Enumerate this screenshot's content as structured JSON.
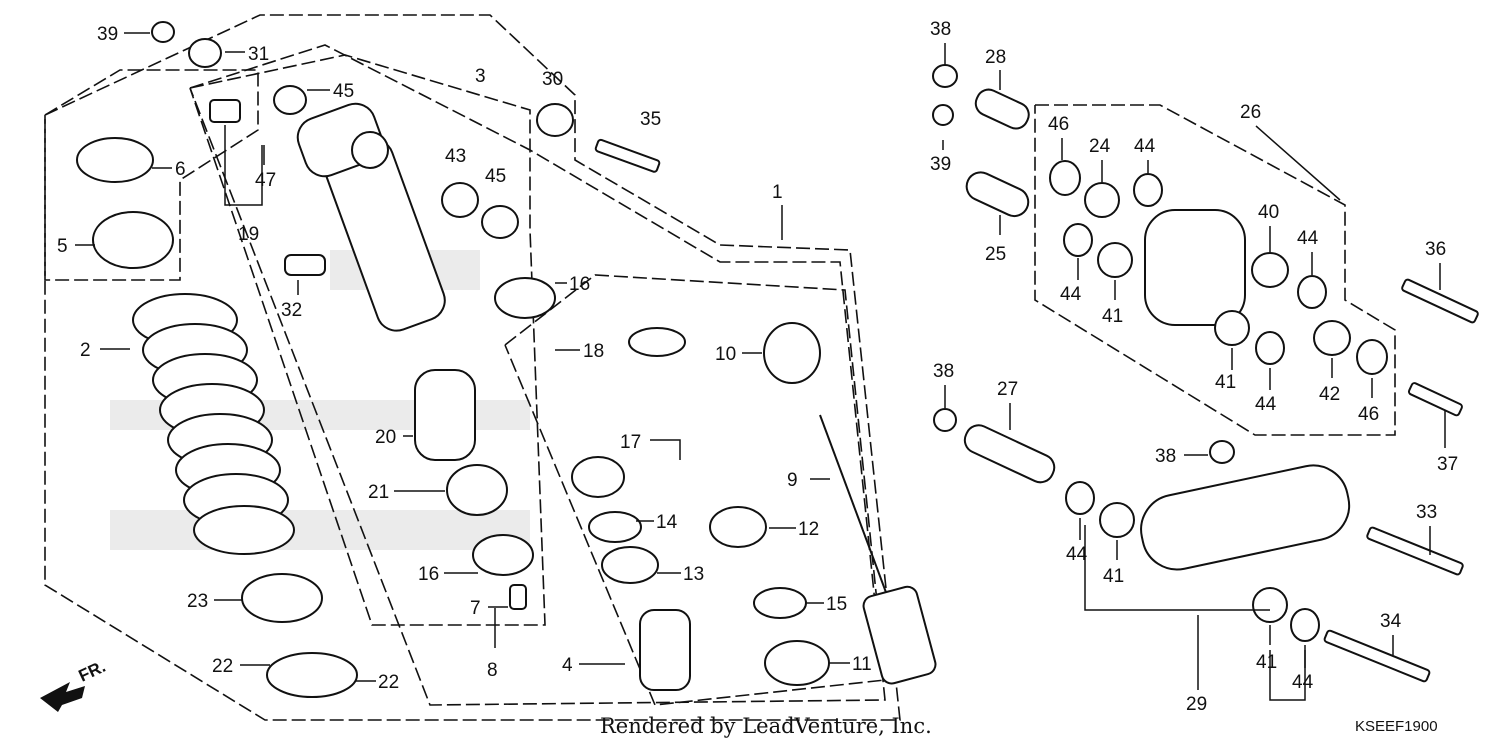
{
  "diagram": {
    "credit": "Rendered by LeadVenture, Inc.",
    "diagram_code": "KSEEF1900",
    "direction_label": "FR.",
    "part_numbers": [
      "1",
      "2",
      "3",
      "4",
      "5",
      "6",
      "7",
      "8",
      "9",
      "10",
      "11",
      "12",
      "13",
      "14",
      "15",
      "16",
      "17",
      "18",
      "19",
      "20",
      "21",
      "22",
      "23",
      "24",
      "25",
      "26",
      "27",
      "28",
      "29",
      "30",
      "31",
      "32",
      "33",
      "34",
      "35",
      "36",
      "37",
      "38",
      "39",
      "40",
      "41",
      "42",
      "43",
      "44",
      "45",
      "46",
      "47"
    ]
  }
}
